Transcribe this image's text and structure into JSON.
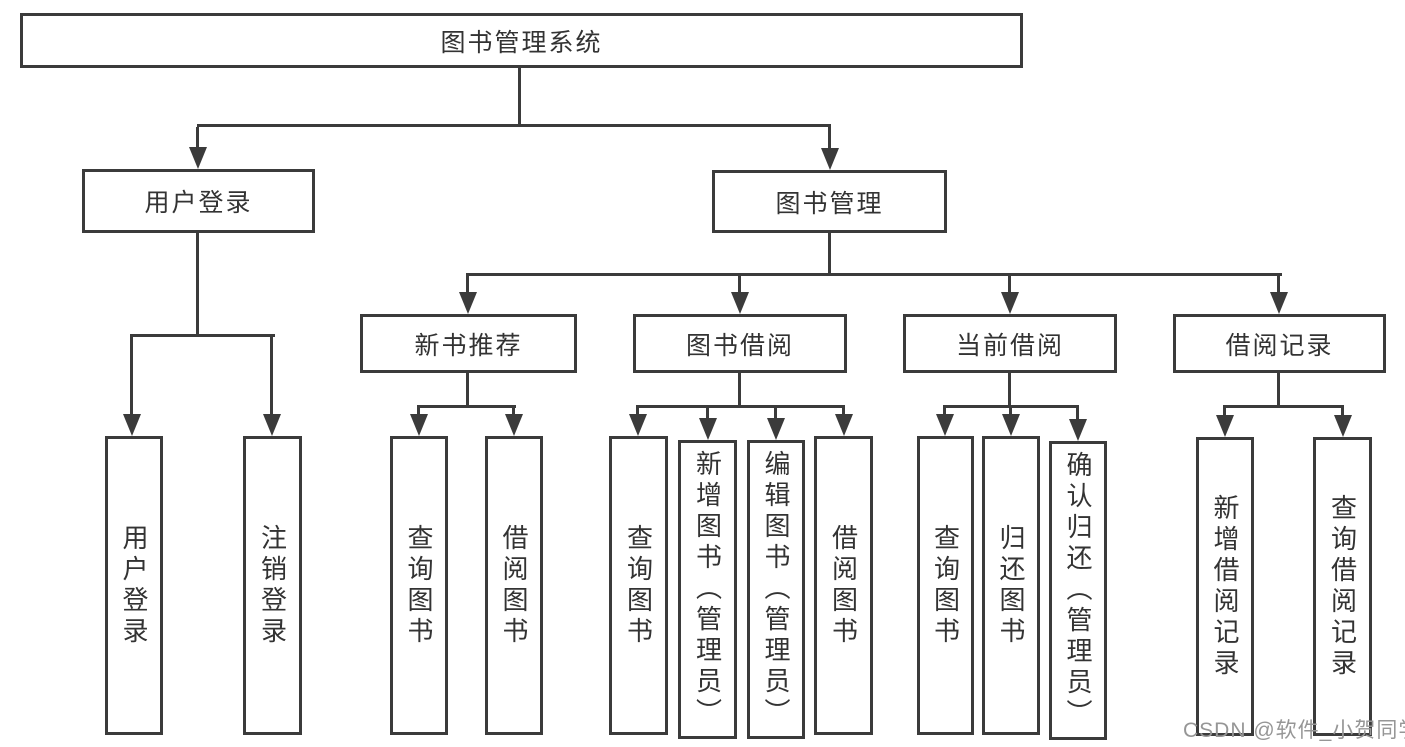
{
  "tree": {
    "label": "图书管理系统",
    "children": [
      {
        "label": "用户登录",
        "children": [
          {
            "label": "用户登录"
          },
          {
            "label": "注销登录"
          }
        ]
      },
      {
        "label": "图书管理",
        "children": [
          {
            "label": "新书推荐",
            "children": [
              {
                "label": "查询图书"
              },
              {
                "label": "借阅图书"
              }
            ]
          },
          {
            "label": "图书借阅",
            "children": [
              {
                "label": "查询图书"
              },
              {
                "label": "新增图书（管理员）"
              },
              {
                "label": "编辑图书（管理员）"
              },
              {
                "label": "借阅图书"
              }
            ]
          },
          {
            "label": "当前借阅",
            "children": [
              {
                "label": "查询图书"
              },
              {
                "label": "归还图书"
              },
              {
                "label": "确认归还（管理员）"
              }
            ]
          },
          {
            "label": "借阅记录",
            "children": [
              {
                "label": "新增借阅记录"
              },
              {
                "label": "查询借阅记录"
              }
            ]
          }
        ]
      }
    ]
  },
  "watermark": "CSDN @软件_小贺同学",
  "colors": {
    "line": "#3b3b3b",
    "text": "#333333",
    "background": "#ffffff",
    "watermark": "#969696"
  }
}
